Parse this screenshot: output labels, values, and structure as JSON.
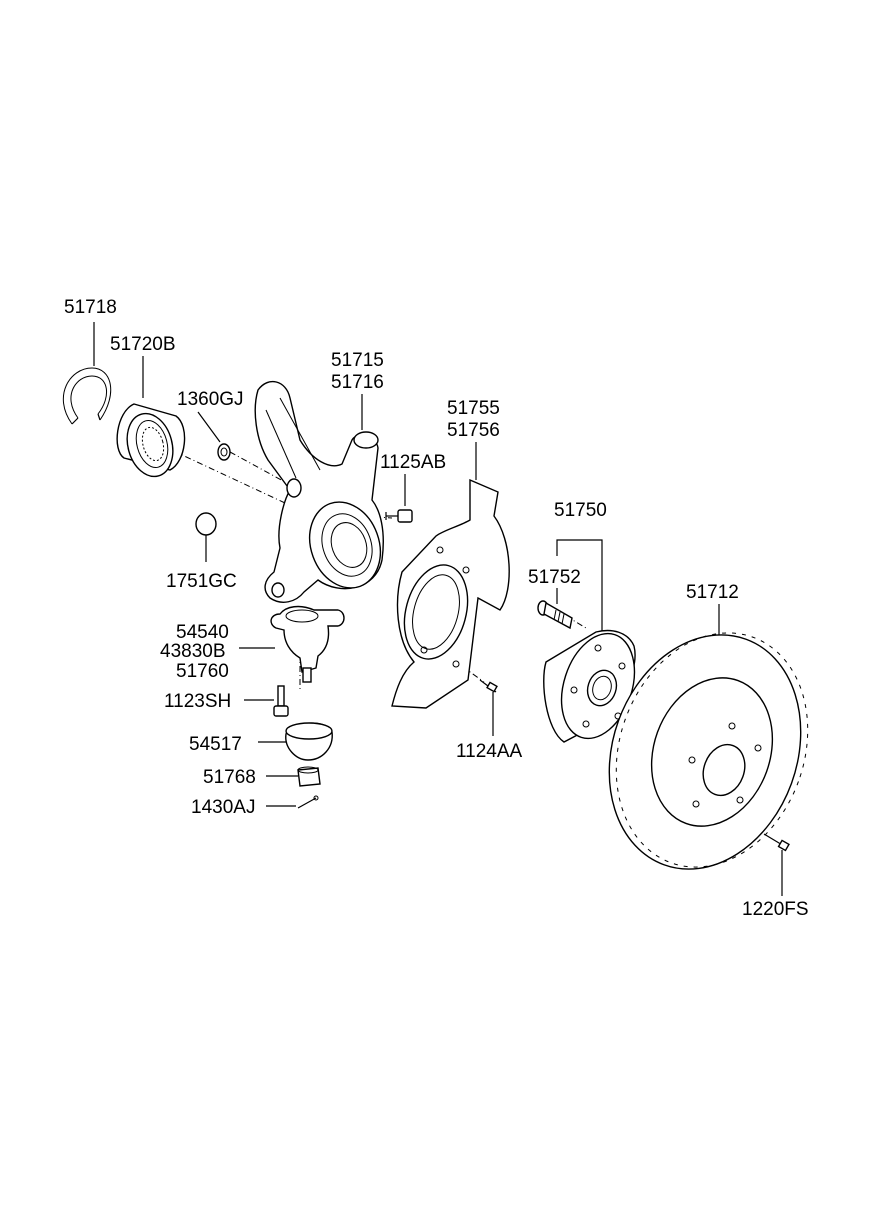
{
  "labels": {
    "p51718": "51718",
    "p51720B": "51720B",
    "p1360GJ": "1360GJ",
    "p51715": "51715",
    "p51716": "51716",
    "p1125AB": "1125AB",
    "p51755": "51755",
    "p51756": "51756",
    "p51750": "51750",
    "p51752": "51752",
    "p51712": "51712",
    "p1751GC": "1751GC",
    "p54540": "54540",
    "p43830B": "43830B",
    "p51760": "51760",
    "p1123SH": "1123SH",
    "p54517": "54517",
    "p51768": "51768",
    "p1430AJ": "1430AJ",
    "p1124AA": "1124AA",
    "p1220FS": "1220FS"
  }
}
